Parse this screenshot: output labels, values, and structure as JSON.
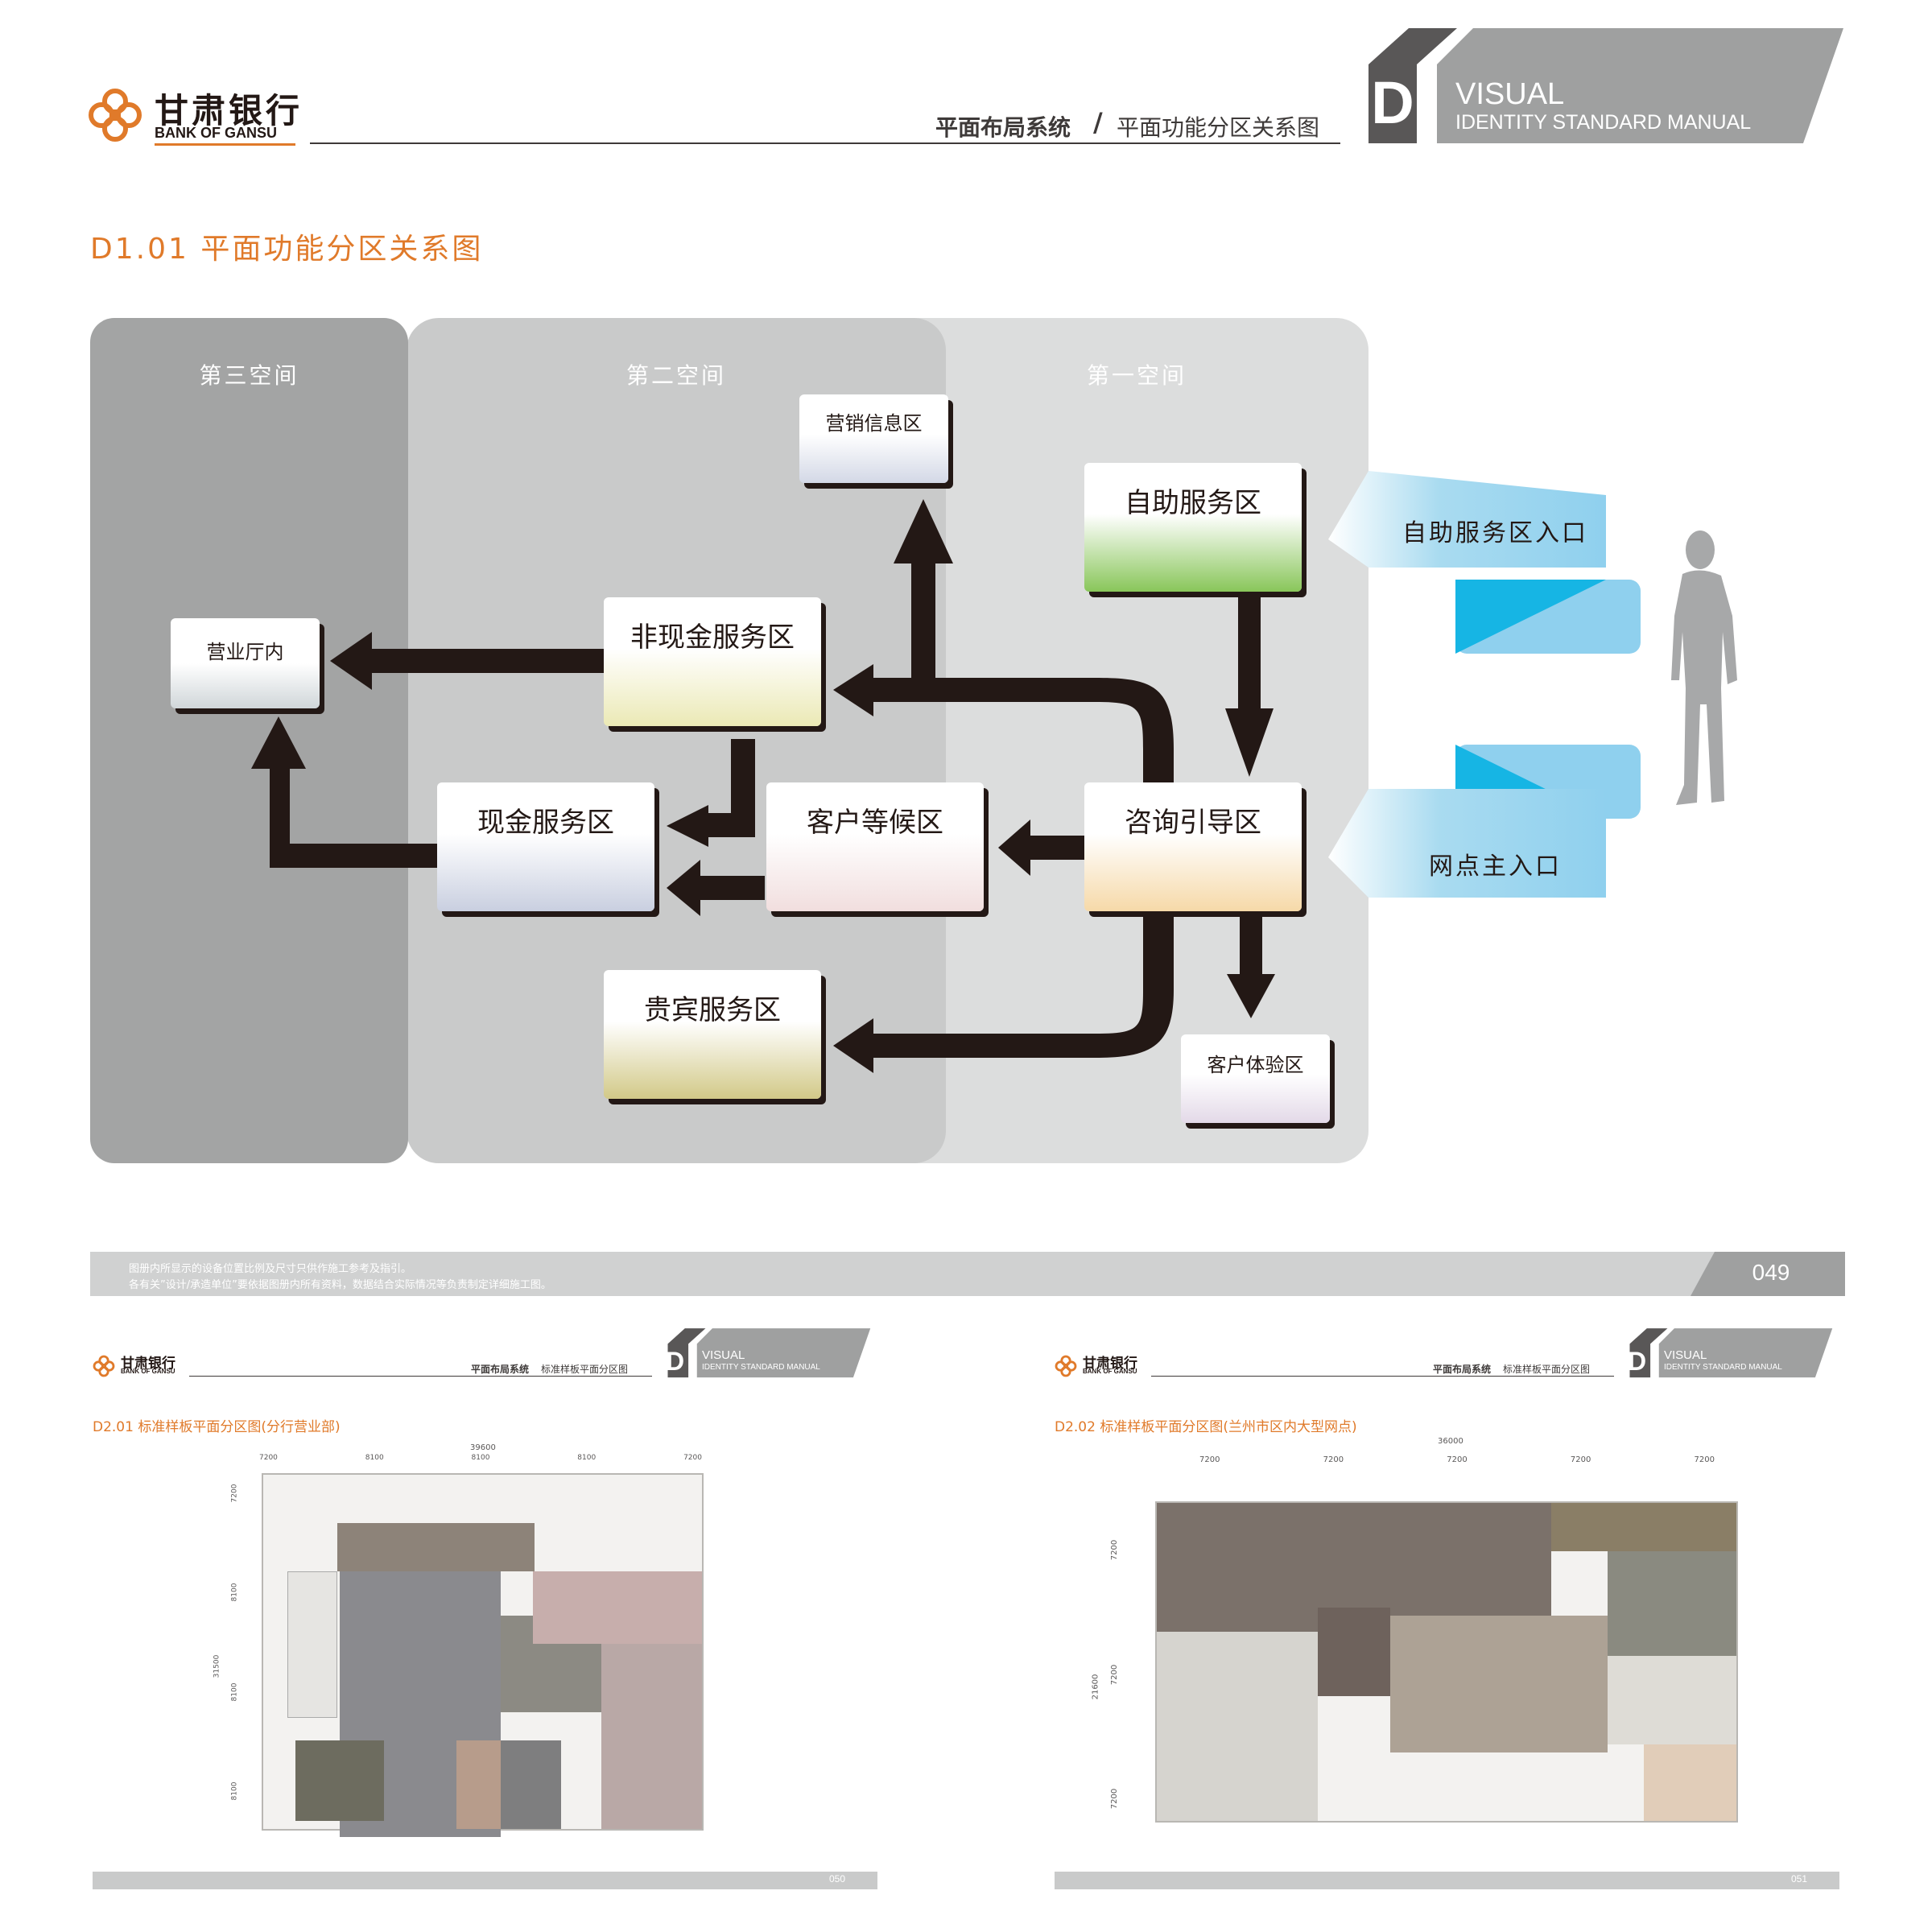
{
  "brand": {
    "name_cn": "甘肃银行",
    "name_en": "BANK OF GANSU"
  },
  "header": {
    "section": "平面布局系统",
    "slash": "/",
    "subsection": "平面功能分区关系图",
    "d_letter": "D",
    "visual": "VISUAL",
    "manual": "IDENTITY STANDARD MANUAL"
  },
  "page_title": "D1.01  平面功能分区关系图",
  "diagram": {
    "spaces": {
      "third": "第三空间",
      "second": "第二空间",
      "first": "第一空间"
    },
    "boxes": {
      "marketing": "营销信息区",
      "self_service": "自助服务区",
      "hall": "营业厅内",
      "non_cash": "非现金服务区",
      "cash": "现金服务区",
      "waiting": "客户等候区",
      "consult": "咨询引导区",
      "vip": "贵宾服务区",
      "experience": "客户体验区"
    },
    "entrances": {
      "self_service": "自助服务区入口",
      "main": "网点主入口"
    }
  },
  "footer": {
    "note1": "图册内所显示的设备位置比例及尺寸只供作施工参考及指引。",
    "note2": "各有关”设计/承造单位”要依据图册内所有资料，数据结合实际情况等负责制定详细施工图。",
    "page": "049"
  },
  "thumb1": {
    "section": "平面布局系统",
    "subsection": "标准样板平面分区图",
    "title": "D2.01  标准样板平面分区图(分行营业部)",
    "total": "39600",
    "cols": [
      "7200",
      "8100",
      "8100",
      "8100",
      "7200"
    ],
    "height": "31500",
    "rows": [
      "7200",
      "8100",
      "8100",
      "8100"
    ],
    "page": "050"
  },
  "thumb2": {
    "section": "平面布局系统",
    "subsection": "标准样板平面分区图",
    "title": "D2.02  标准样板平面分区图(兰州市区内大型网点)",
    "total": "36000",
    "cols": [
      "7200",
      "7200",
      "7200",
      "7200",
      "7200"
    ],
    "height": "21600",
    "rows": [
      "7200",
      "7200",
      "7200"
    ],
    "page": "051"
  }
}
